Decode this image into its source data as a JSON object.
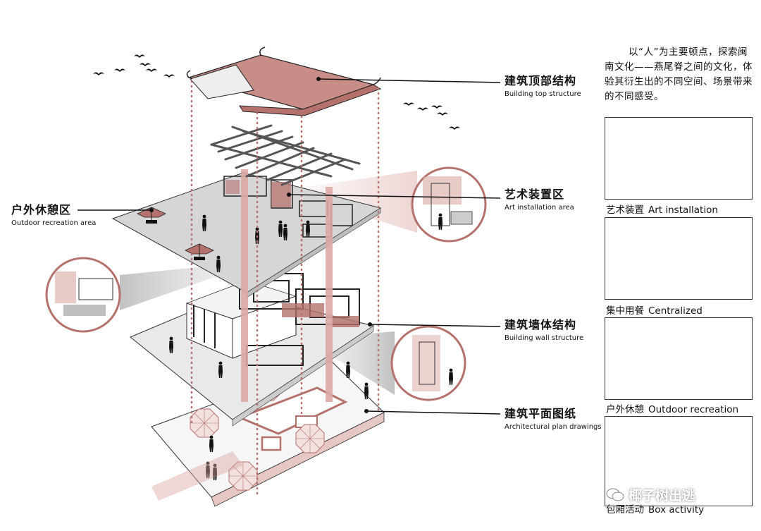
{
  "intro_text": "以“人”为主要顿点，探索闽南文化——燕尾脊之间的文化，体验其衍生出的不同空间、场景带来的不同感受。",
  "labels": {
    "roof": {
      "cn": "建筑顶部结构",
      "en": "Building top structure"
    },
    "art": {
      "cn": "艺术装置区",
      "en": "Art installation area"
    },
    "outdoor": {
      "cn": "户外休憩区",
      "en": "Outdoor recreation area"
    },
    "wall": {
      "cn": "建筑墙体结构",
      "en": "Building wall structure"
    },
    "plan": {
      "cn": "建筑平面图纸",
      "en": "Architectural plan drawings"
    }
  },
  "panels": [
    {
      "cn": "艺术装置",
      "en": "Art installation"
    },
    {
      "cn": "集中用餐",
      "en": "Centralized"
    },
    {
      "cn": "户外休憩",
      "en": "Outdoor recreation"
    },
    {
      "cn": "包厢活动",
      "en": "Box activity"
    }
  ],
  "watermark": "椰子树出逃",
  "colors": {
    "accent": "#b5716c",
    "accent_light": "#d9a7a2",
    "line": "#222222",
    "gray": "#d9d9d9"
  }
}
